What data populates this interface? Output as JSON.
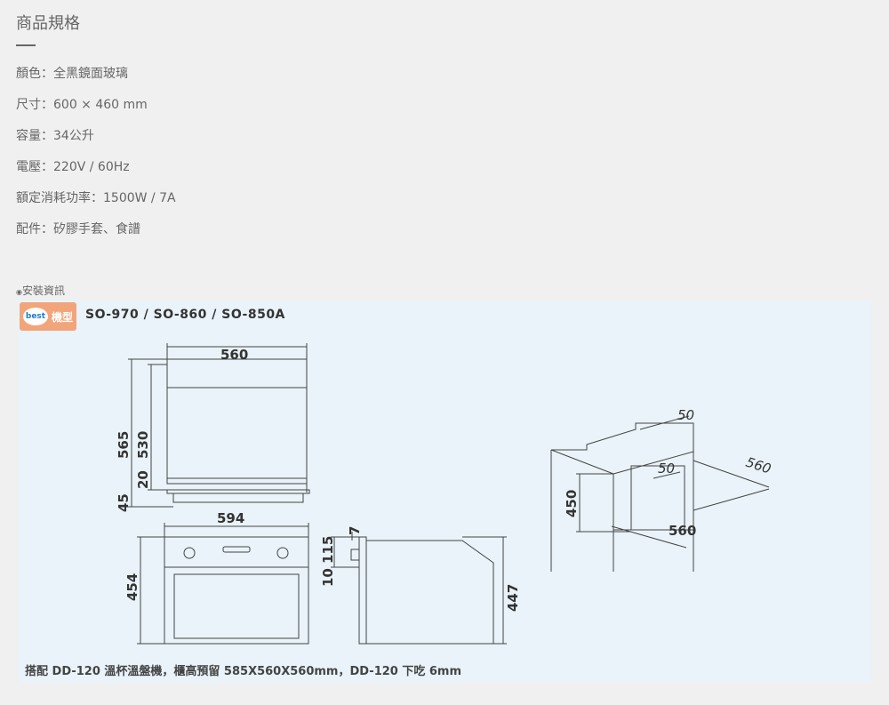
{
  "section": {
    "title": "商品規格"
  },
  "specs": [
    {
      "label": "顏色",
      "value": "全黑鏡面玻璃"
    },
    {
      "label": "尺寸",
      "value": "600 × 460 mm"
    },
    {
      "label": "容量",
      "value": "34公升"
    },
    {
      "label": "電壓",
      "value": "220V / 60Hz"
    },
    {
      "label": "額定消耗功率",
      "value": "1500W / 7A"
    },
    {
      "label": "配件",
      "value": "矽膠手套、食譜"
    }
  ],
  "install": {
    "label": "安裝資訊",
    "badge_logo": "best",
    "badge_text": "機型",
    "models": "SO-970 / SO-860 / SO-850A",
    "dims": {
      "top_width": "560",
      "h565": "565",
      "h530": "530",
      "h20": "20",
      "h45": "45",
      "front_width": "594",
      "front_height": "454",
      "side_115": "115",
      "side_10": "10",
      "side_7": "7",
      "side_depth": "447",
      "cab_50_top": "50",
      "cab_50_inner": "50",
      "cab_560_depth": "560",
      "cab_450": "450",
      "cab_560_width": "560"
    },
    "footnote": "搭配 DD-120 溫杯溫盤機，櫃高預留 585X560X560mm，DD-120 下吃 6mm"
  }
}
